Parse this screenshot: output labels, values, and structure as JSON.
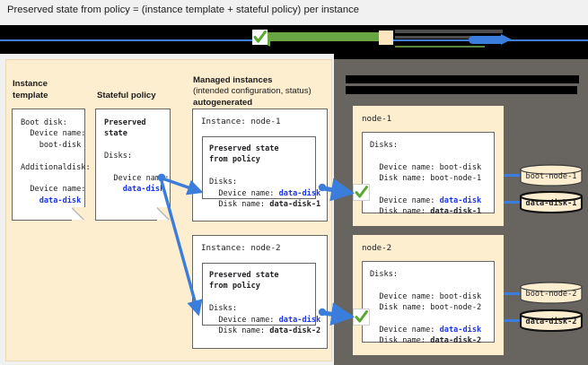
{
  "caption": "Preserved state from policy = (instance template + stateful policy) per instance",
  "legend": {
    "check_icon": "green-check-icon",
    "green_arrow_icon": "green-arrow-legend",
    "tan_box_icon": "tan-swatch-legend",
    "blue_arrow_icon": "blue-arrow-legend",
    "redacted": ""
  },
  "columns": {
    "instance_template": {
      "heading": "Instance\ntemplate",
      "card": {
        "line1": "Boot disk:",
        "line2": "",
        "line3": "  Device name:",
        "line4": "    boot-disk",
        "line5": "",
        "line6": "Additional",
        "line7": "disk:",
        "line8": "",
        "line9": "  Device name:",
        "line10": "    data-disk"
      }
    },
    "stateful_policy": {
      "heading": "Stateful policy",
      "card": {
        "line1": "Preserved",
        "line2": "state",
        "line3": "",
        "line4": "Disks:",
        "line5": "",
        "line6": "  Device name:",
        "line7": "    data-disk"
      }
    },
    "managed_instances": {
      "heading": "Managed instances",
      "subheading": "(intended configuration, status)",
      "autogenerated": "autogenerated",
      "instances": [
        {
          "title": "Instance: node-1",
          "inner_title_line1": "Preserved state",
          "inner_title_line2": "from policy",
          "disks_label": "Disks:",
          "device_name_label": "  Device name: ",
          "device_name_value": "data-disk",
          "disk_name_label": "  Disk name: ",
          "disk_name_value": "data-disk-1"
        },
        {
          "title": "Instance: node-2",
          "inner_title_line1": "Preserved state",
          "inner_title_line2": "from policy",
          "disks_label": "Disks:",
          "device_name_label": "  Device name: ",
          "device_name_value": "data-disk",
          "disk_name_label": "  Disk name: ",
          "disk_name_value": "data-disk-2"
        }
      ]
    }
  },
  "nodes": [
    {
      "title": "node-1",
      "disks_label": "Disks:",
      "boot_device_name": "  Device name: boot-disk",
      "boot_disk_name": "  Disk name: boot-node-1",
      "data_device_label": "  Device name: ",
      "data_device_value": "data-disk",
      "data_disk_label": "  Disk name: ",
      "data_disk_value": "data-disk-1",
      "boot_cylinder": "boot-node-1",
      "data_cylinder": "data-disk-1"
    },
    {
      "title": "node-2",
      "disks_label": "Disks:",
      "boot_device_name": "  Device name: boot-disk",
      "boot_disk_name": "  Disk name: boot-node-2",
      "data_device_label": "  Device name: ",
      "data_device_value": "data-disk",
      "data_disk_label": "  Disk name: ",
      "data_disk_value": "data-disk-2",
      "boot_cylinder": "boot-node-2",
      "data_cylinder": "data-disk-2"
    }
  ],
  "colors": {
    "accent_blue": "#3b7ddd",
    "link_blue": "#1a36e8",
    "panel_cream": "#fdeecf",
    "panel_gray": "#686560",
    "check_green": "#5aa832",
    "card_white": "#ffffff"
  }
}
